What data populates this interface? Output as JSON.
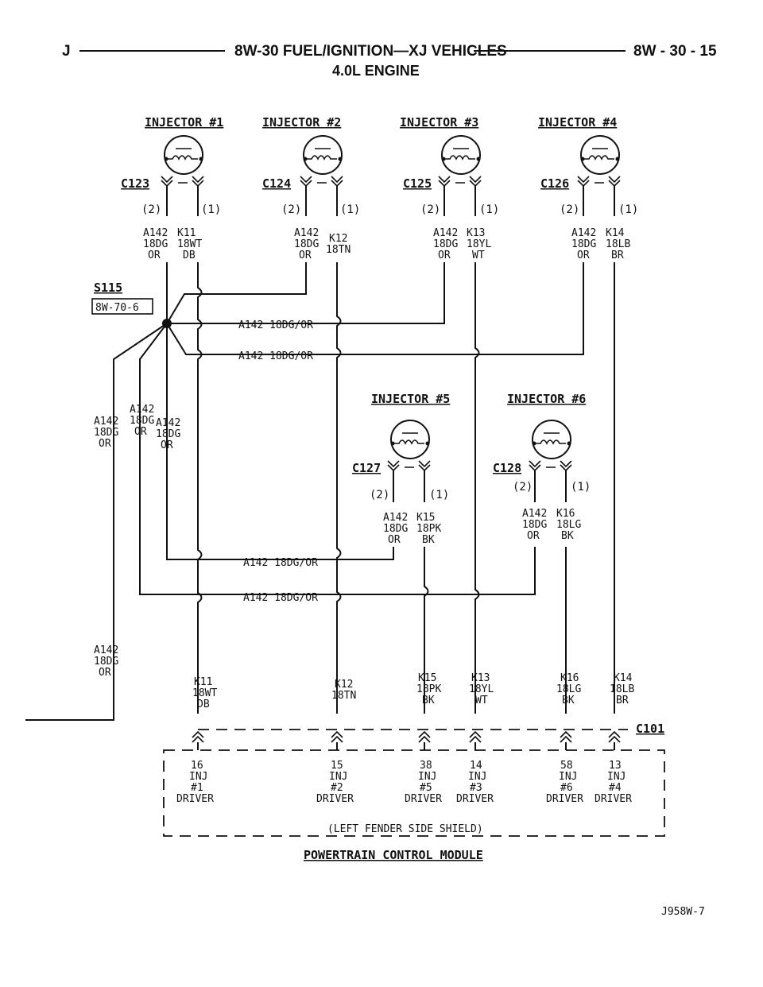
{
  "header": {
    "left_letter": "J",
    "title": "8W-30 FUEL/IGNITION—XJ VEHICLES",
    "page": "8W - 30 - 15",
    "subtitle": "4.0L ENGINE"
  },
  "injectors": [
    {
      "title": "INJECTOR #1",
      "connector": "C123",
      "pin2": "(2)",
      "pin1": "(1)",
      "w1a": "A142",
      "w1b": "18DG",
      "w1c": "OR",
      "w2a": "K11",
      "w2b": "18WT",
      "w2c": "DB"
    },
    {
      "title": "INJECTOR #2",
      "connector": "C124",
      "pin2": "(2)",
      "pin1": "(1)",
      "w1a": "A142",
      "w1b": "18DG",
      "w1c": "OR",
      "w2a": "K12",
      "w2b": "18TN",
      "w2c": ""
    },
    {
      "title": "INJECTOR #3",
      "connector": "C125",
      "pin2": "(2)",
      "pin1": "(1)",
      "w1a": "A142",
      "w1b": "18DG",
      "w1c": "OR",
      "w2a": "K13",
      "w2b": "18YL",
      "w2c": "WT"
    },
    {
      "title": "INJECTOR #4",
      "connector": "C126",
      "pin2": "(2)",
      "pin1": "(1)",
      "w1a": "A142",
      "w1b": "18DG",
      "w1c": "OR",
      "w2a": "K14",
      "w2b": "18LB",
      "w2c": "BR"
    },
    {
      "title": "INJECTOR #5",
      "connector": "C127",
      "pin2": "(2)",
      "pin1": "(1)",
      "w1a": "A142",
      "w1b": "18DG",
      "w1c": "OR",
      "w2a": "K15",
      "w2b": "18PK",
      "w2c": "BK"
    },
    {
      "title": "INJECTOR #6",
      "connector": "C128",
      "pin2": "(2)",
      "pin1": "(1)",
      "w1a": "A142",
      "w1b": "18DG",
      "w1c": "OR",
      "w2a": "K16",
      "w2b": "18LG",
      "w2c": "BK"
    }
  ],
  "splice": {
    "name": "S115",
    "ref": "8W-70-6"
  },
  "run_labels": [
    "A142 18DG/OR",
    "A142 18DG/OR",
    "A142 18DG/OR",
    "A142 18DG/OR"
  ],
  "left_wires": [
    {
      "a": "A142",
      "b": "18DG",
      "c": "OR"
    },
    {
      "a": "A142",
      "b": "18DG",
      "c": "OR"
    },
    {
      "a": "A142",
      "b": "18DG",
      "c": "OR"
    },
    {
      "a": "A142",
      "b": "18DG",
      "c": "OR"
    }
  ],
  "bottom_wires": [
    {
      "a": "K11",
      "b": "18WT",
      "c": "DB"
    },
    {
      "a": "K12",
      "b": "18TN",
      "c": ""
    },
    {
      "a": "K15",
      "b": "18PK",
      "c": "BK"
    },
    {
      "a": "K13",
      "b": "18YL",
      "c": "WT"
    },
    {
      "a": "K16",
      "b": "18LG",
      "c": "BK"
    },
    {
      "a": "K14",
      "b": "18LB",
      "c": "BR"
    }
  ],
  "pcm_connector": "C101",
  "pcm_pins": [
    {
      "num": "16",
      "l1": "INJ",
      "l2": "#1",
      "l3": "DRIVER"
    },
    {
      "num": "15",
      "l1": "INJ",
      "l2": "#2",
      "l3": "DRIVER"
    },
    {
      "num": "38",
      "l1": "INJ",
      "l2": "#5",
      "l3": "DRIVER"
    },
    {
      "num": "14",
      "l1": "INJ",
      "l2": "#3",
      "l3": "DRIVER"
    },
    {
      "num": "58",
      "l1": "INJ",
      "l2": "#6",
      "l3": "DRIVER"
    },
    {
      "num": "13",
      "l1": "INJ",
      "l2": "#4",
      "l3": "DRIVER"
    }
  ],
  "pcm_note": "(LEFT FENDER SIDE SHIELD)",
  "pcm_title": "POWERTRAIN CONTROL MODULE",
  "figure_id": "J958W-7"
}
